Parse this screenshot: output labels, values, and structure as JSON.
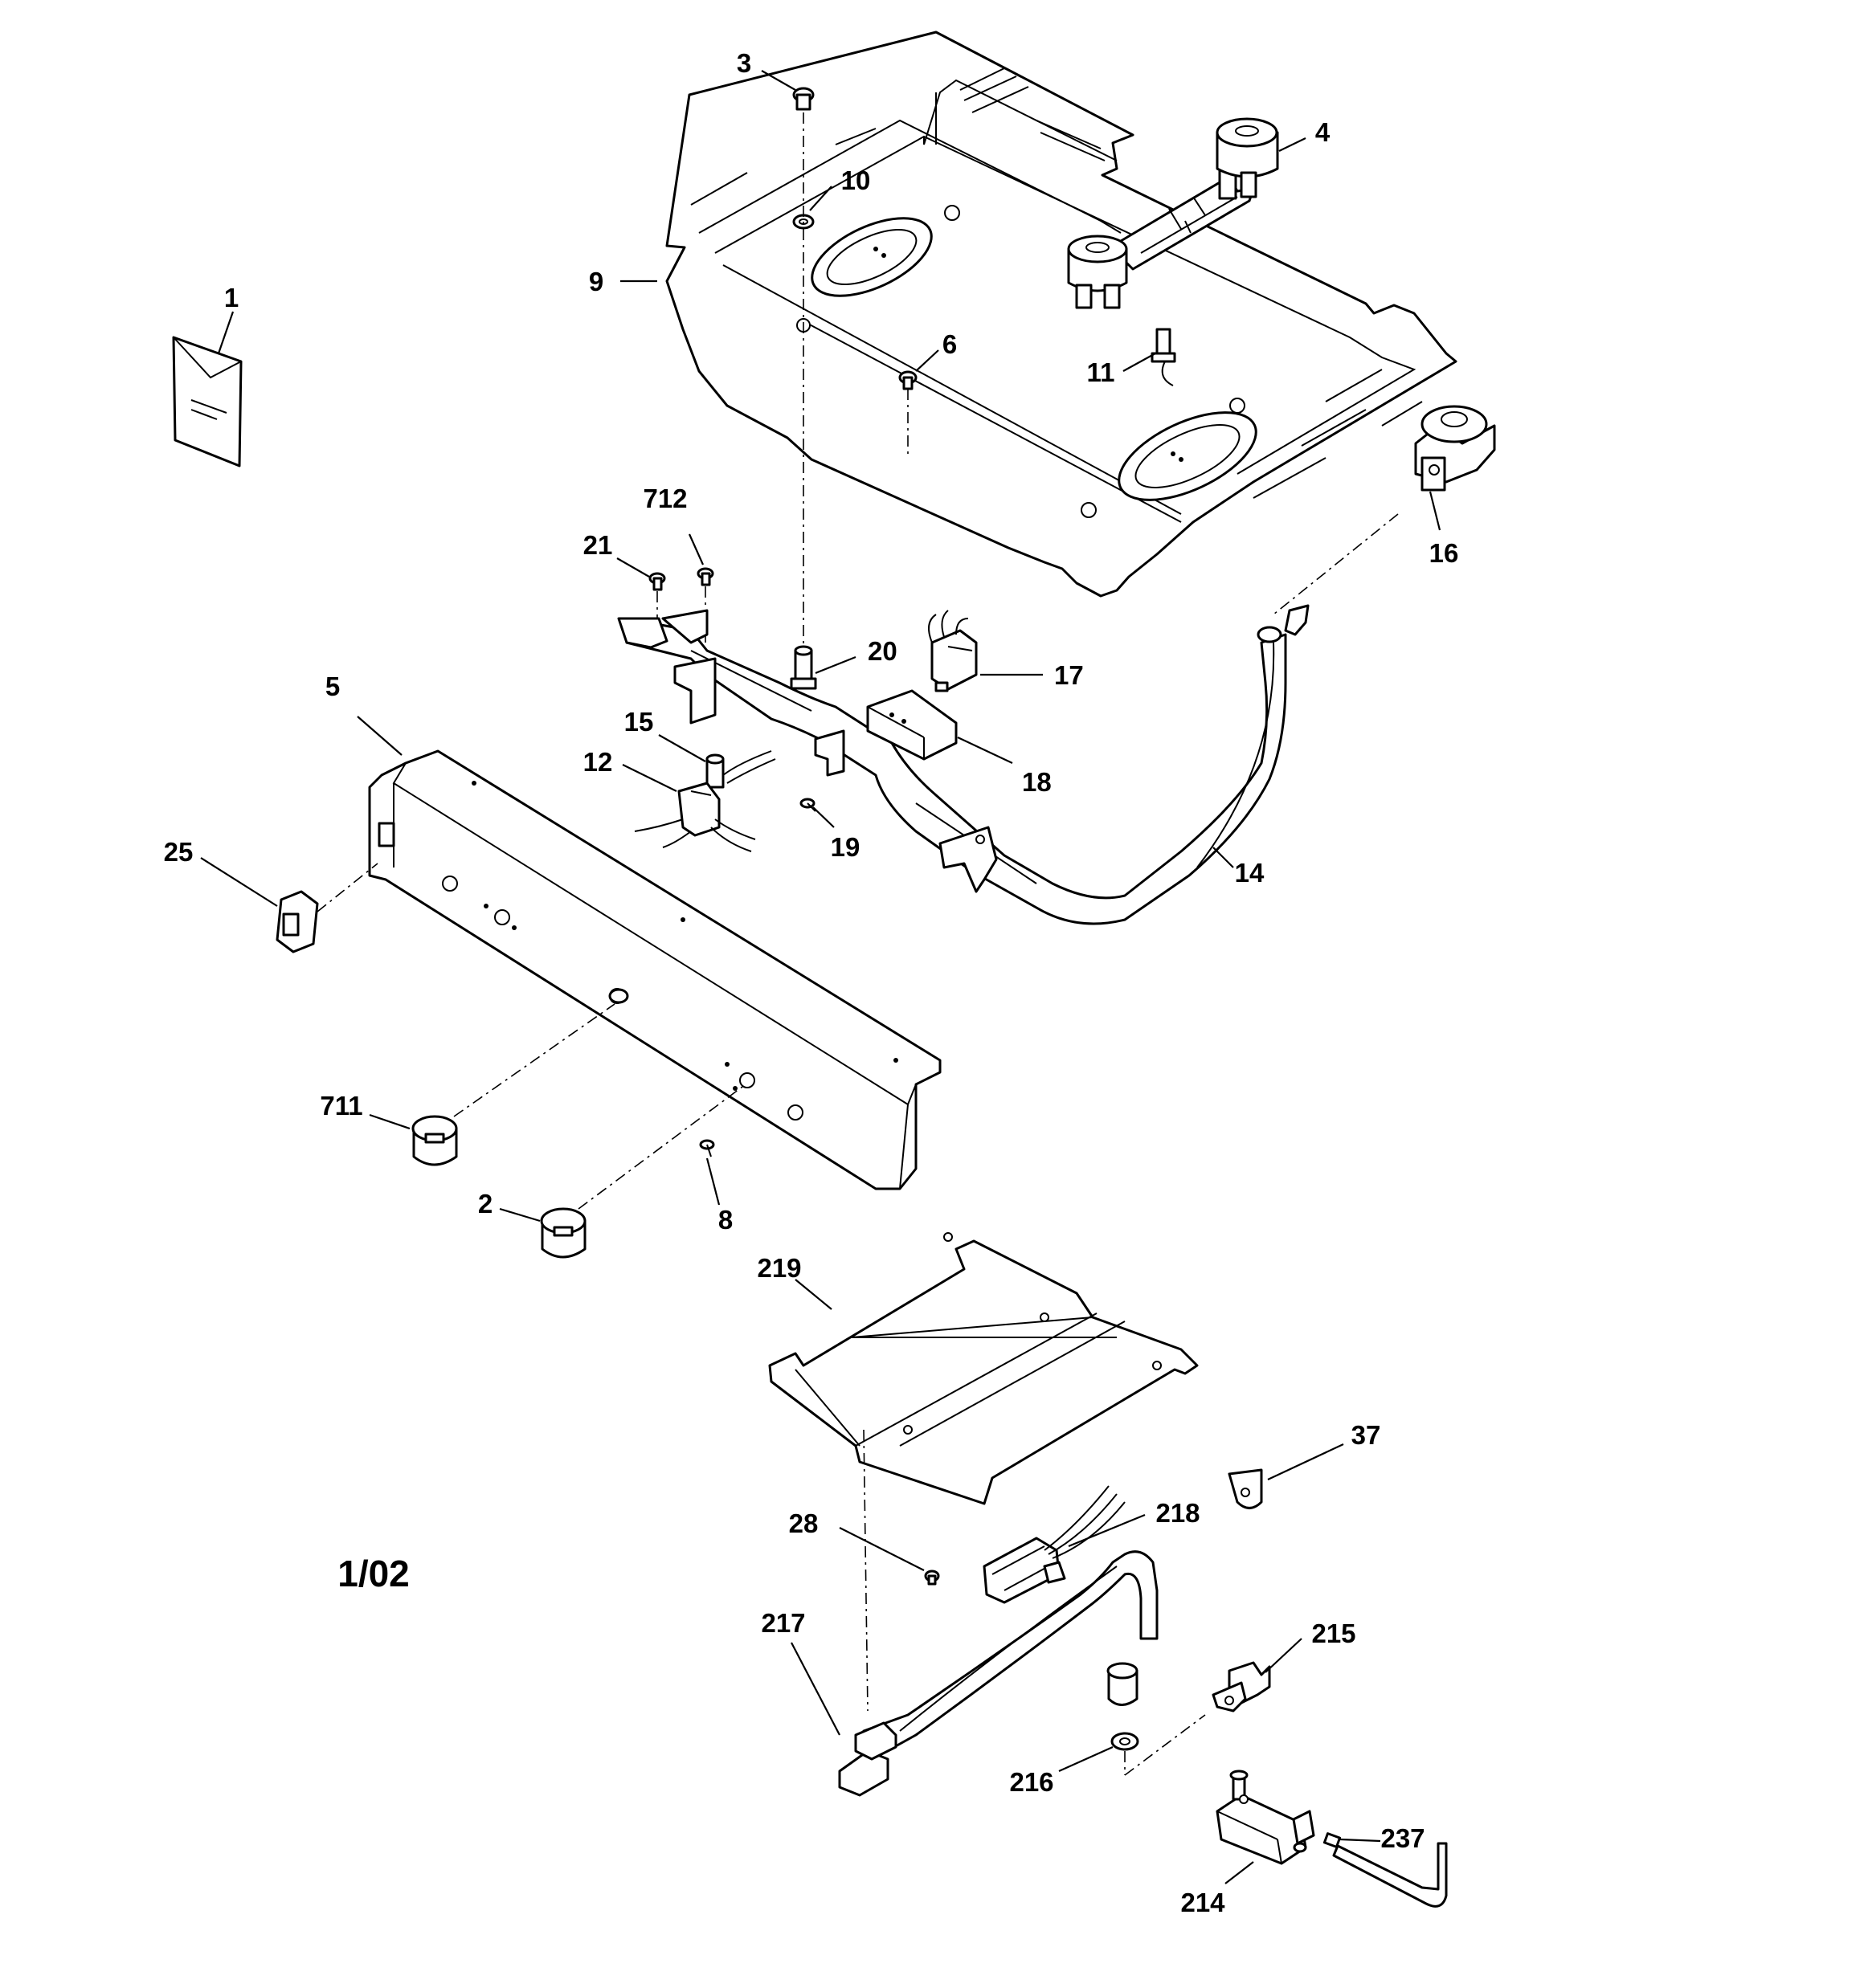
{
  "diagram": {
    "date_code": "1/02",
    "callouts": [
      {
        "id": "c1",
        "text": "1"
      },
      {
        "id": "c2",
        "text": "2"
      },
      {
        "id": "c3",
        "text": "3"
      },
      {
        "id": "c4",
        "text": "4"
      },
      {
        "id": "c5",
        "text": "5"
      },
      {
        "id": "c6",
        "text": "6"
      },
      {
        "id": "c8",
        "text": "8"
      },
      {
        "id": "c9",
        "text": "9"
      },
      {
        "id": "c10",
        "text": "10"
      },
      {
        "id": "c11",
        "text": "11"
      },
      {
        "id": "c12",
        "text": "12"
      },
      {
        "id": "c14",
        "text": "14"
      },
      {
        "id": "c15",
        "text": "15"
      },
      {
        "id": "c16",
        "text": "16"
      },
      {
        "id": "c17",
        "text": "17"
      },
      {
        "id": "c18",
        "text": "18"
      },
      {
        "id": "c19",
        "text": "19"
      },
      {
        "id": "c20",
        "text": "20"
      },
      {
        "id": "c21",
        "text": "21"
      },
      {
        "id": "c25",
        "text": "25"
      },
      {
        "id": "c28",
        "text": "28"
      },
      {
        "id": "c37",
        "text": "37"
      },
      {
        "id": "c214",
        "text": "214"
      },
      {
        "id": "c215",
        "text": "215"
      },
      {
        "id": "c216",
        "text": "216"
      },
      {
        "id": "c217",
        "text": "217"
      },
      {
        "id": "c218",
        "text": "218"
      },
      {
        "id": "c219",
        "text": "219"
      },
      {
        "id": "c237",
        "text": "237"
      },
      {
        "id": "c711",
        "text": "711"
      },
      {
        "id": "c712",
        "text": "712"
      }
    ]
  }
}
